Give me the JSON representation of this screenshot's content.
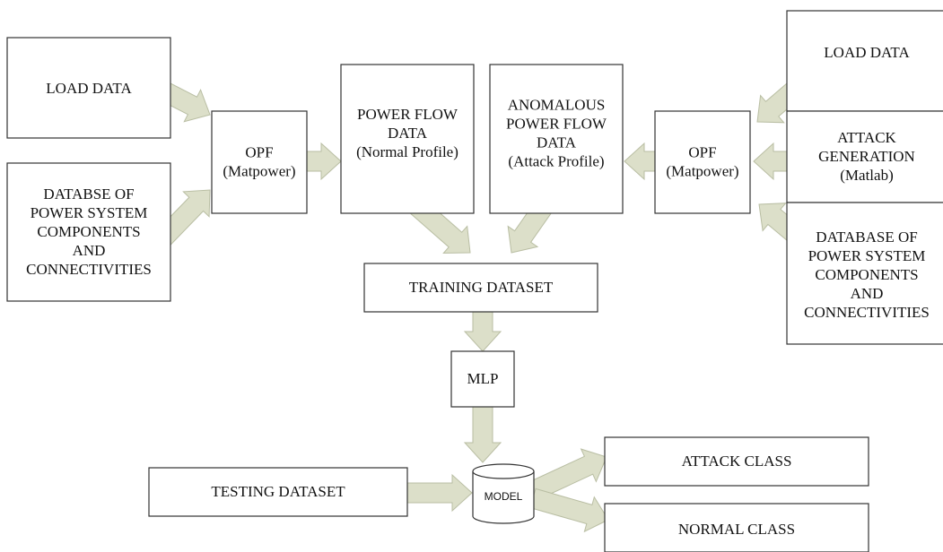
{
  "diagram": {
    "nodes": {
      "load_data_left": [
        "LOAD DATA"
      ],
      "database_left": [
        "DATABSE OF",
        "POWER SYSTEM",
        "COMPONENTS",
        "AND",
        "CONNECTIVITIES"
      ],
      "opf_left": [
        "OPF",
        "(Matpower)"
      ],
      "power_flow_normal": [
        "POWER FLOW",
        "DATA",
        "(Normal Profile)"
      ],
      "anomalous_power_flow": [
        "ANOMALOUS",
        "POWER FLOW",
        "DATA",
        "(Attack Profile)"
      ],
      "opf_right": [
        "OPF",
        "(Matpower)"
      ],
      "load_data_right": [
        "LOAD DATA"
      ],
      "attack_generation": [
        "ATTACK",
        "GENERATION",
        "(Matlab)"
      ],
      "database_right": [
        "DATABASE OF",
        "POWER SYSTEM",
        "COMPONENTS",
        "AND",
        "CONNECTIVITIES"
      ],
      "training_dataset": [
        "TRAINING DATASET"
      ],
      "mlp": [
        "MLP"
      ],
      "model": [
        "MODEL"
      ],
      "testing_dataset": [
        "TESTING DATASET"
      ],
      "attack_class": [
        "ATTACK CLASS"
      ],
      "normal_class": [
        "NORMAL CLASS"
      ]
    },
    "colors": {
      "arrow_fill": "#dcdfc9",
      "arrow_stroke": "#b9bea3",
      "box_stroke": "#333333",
      "text": "#111111"
    }
  }
}
